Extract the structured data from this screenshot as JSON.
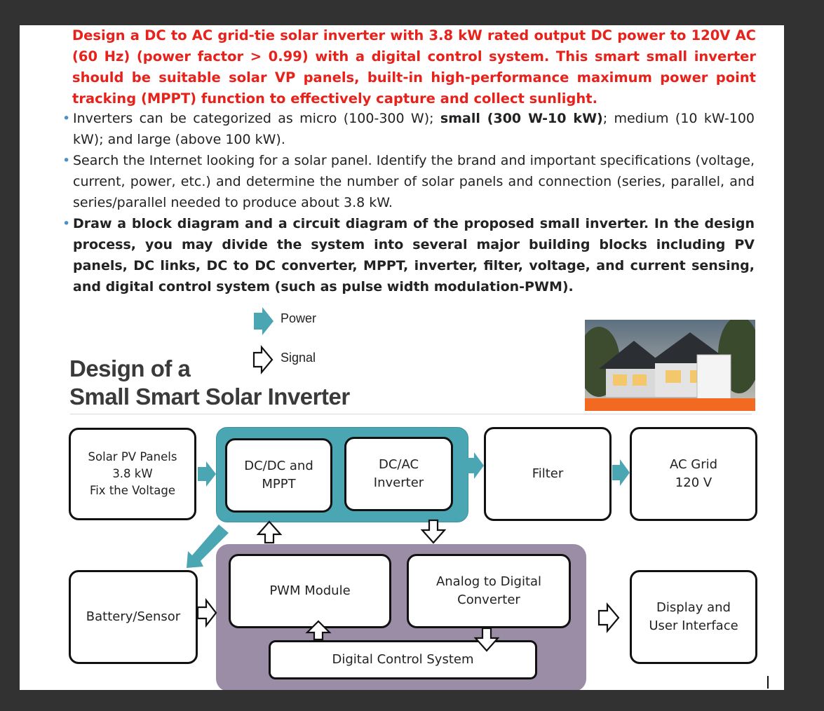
{
  "heading": "Design a DC to AC grid-tie solar inverter with 3.8 kW rated output DC power to 120V AC (60 Hz) (power factor > 0.99) with a digital control system. This smart small inverter should be suitable solar VP panels, built-in high-performance maximum power point tracking (MPPT) function to effectively capture and collect sunlight.",
  "bullets": {
    "b1_pre": "Inverters can be categorized as micro (100-300 W); ",
    "b1_bold": "small (300 W-10 kW)",
    "b1_post": "; medium (10 kW-100 kW); and large (above 100 kW).",
    "b2": "Search the Internet looking for a solar panel. Identify the brand and important specifications (voltage, current, power, etc.) and determine the number of solar panels and connection (series, parallel, and series/parallel needed to produce about 3.8 kW.",
    "b3": "Draw a block diagram and a circuit diagram of the proposed  small inverter. In the design process, you may divide the system into several major building blocks including PV panels, DC links, DC to DC converter, MPPT, inverter, filter, voltage, and current sensing, and digital control system (such as pulse width modulation-PWM).",
    "dot": "•"
  },
  "legend": {
    "power": "Power",
    "signal": "Signal"
  },
  "title": {
    "line1": "Design of a",
    "line2": "Small Smart Solar Inverter"
  },
  "blocks": {
    "pv_line1": "Solar PV Panels",
    "pv_line2": "3.8 kW",
    "pv_line3": "Fix the Voltage",
    "dcdc_line1": "DC/DC and",
    "dcdc_line2": "MPPT",
    "dcac_line1": "DC/AC",
    "dcac_line2": "Inverter",
    "filter": "Filter",
    "grid_line1": "AC Grid",
    "grid_line2": "120 V",
    "battery": "Battery/Sensor",
    "pwm": "PWM Module",
    "adc_line1": "Analog to Digital",
    "adc_line2": "Converter",
    "display_line1": "Display and",
    "display_line2": "User Interface",
    "dcs": "Digital Control System"
  },
  "colors": {
    "heading": "#e8211a",
    "power_arrow": "#4ba6b4",
    "teal_group": "#4ba6b4",
    "purple_group": "#9b8da6"
  }
}
